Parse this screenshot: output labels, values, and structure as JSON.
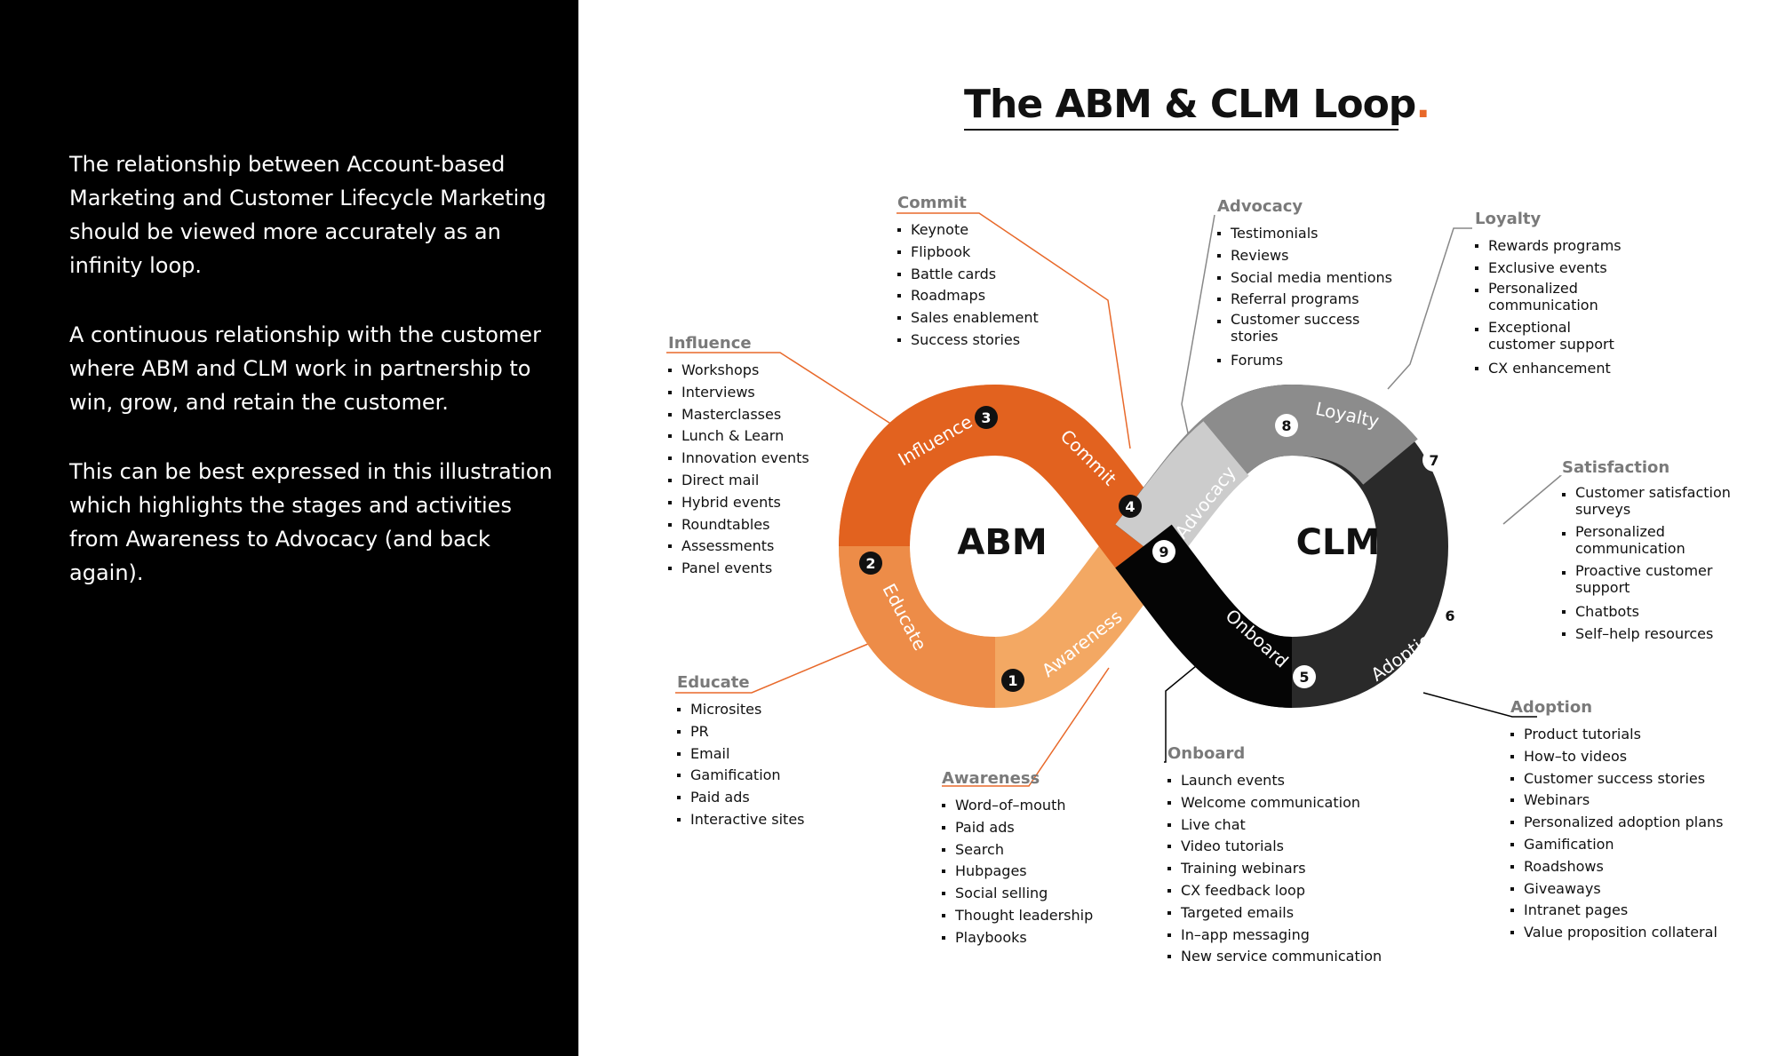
{
  "intro": {
    "p1": "The relationship between Account-based Marketing and Customer Lifecycle Marketing should be viewed more accurately as an infinity loop.",
    "p2": "A continuous relationship with the customer where ABM and CLM work in partnership to win, grow, and retain the customer.",
    "p3": "This can be best expressed in this illustration which highlights the stages and activities from Awareness to Advocacy (and back again)."
  },
  "title": "The ABM & CLM Loop",
  "title_dot": ".",
  "loop": {
    "left_label": "ABM",
    "right_label": "CLM"
  },
  "colors": {
    "accent": "#e8692a",
    "abm_dark": "#e0611f",
    "abm_light": "#f0a45e",
    "clm_gray": "#c7c7c7",
    "clm_dark": "#111111",
    "background_left": "#000000"
  },
  "stages": [
    {
      "number": "1",
      "name": "Awareness"
    },
    {
      "number": "2",
      "name": "Educate"
    },
    {
      "number": "3",
      "name": "Influence"
    },
    {
      "number": "4",
      "name": "Commit"
    },
    {
      "number": "5",
      "name": "Onboard"
    },
    {
      "number": "6",
      "name": "Adoption"
    },
    {
      "number": "7",
      "name": "Satisfaction"
    },
    {
      "number": "8",
      "name": "Loyalty"
    },
    {
      "number": "9",
      "name": "Advocacy"
    }
  ],
  "groups": {
    "commit": {
      "title": "Commit",
      "items": [
        "Keynote",
        "Flipbook",
        "Battle cards",
        "Roadmaps",
        "Sales enablement",
        "Success stories"
      ]
    },
    "influence": {
      "title": "Influence",
      "items": [
        "Workshops",
        "Interviews",
        "Masterclasses",
        "Lunch & Learn",
        "Innovation events",
        "Direct mail",
        "Hybrid events",
        "Roundtables",
        "Assessments",
        "Panel events"
      ]
    },
    "educate": {
      "title": "Educate",
      "items": [
        "Microsites",
        "PR",
        "Email",
        "Gamification",
        "Paid ads",
        "Interactive sites"
      ]
    },
    "awareness": {
      "title": "Awareness",
      "items": [
        "Word–of–mouth",
        "Paid ads",
        "Search",
        "Hubpages",
        "Social selling",
        "Thought leadership",
        "Playbooks"
      ]
    },
    "advocacy": {
      "title": "Advocacy",
      "items": [
        "Testimonials",
        "Reviews",
        "Social media mentions",
        "Referral programs",
        "Customer success stories",
        "Forums"
      ]
    },
    "loyalty": {
      "title": "Loyalty",
      "items": [
        "Rewards programs",
        "Exclusive events",
        "Personalized communication",
        "Exceptional customer support",
        "CX enhancement"
      ]
    },
    "satisfaction": {
      "title": "Satisfaction",
      "items": [
        "Customer satisfaction surveys",
        "Personalized communication",
        "Proactive customer support",
        "Chatbots",
        "Self–help resources"
      ]
    },
    "onboard": {
      "title": "Onboard",
      "items": [
        "Launch events",
        "Welcome communication",
        "Live chat",
        "Video tutorials",
        "Training webinars",
        "CX feedback loop",
        "Targeted emails",
        "In–app messaging",
        "New service communication"
      ]
    },
    "adoption": {
      "title": "Adoption",
      "items": [
        "Product tutorials",
        "How–to videos",
        "Customer success stories",
        "Webinars",
        "Personalized adoption plans",
        "Gamification",
        "Roadshows",
        "Giveaways",
        "Intranet pages",
        "Value proposition collateral"
      ]
    }
  }
}
